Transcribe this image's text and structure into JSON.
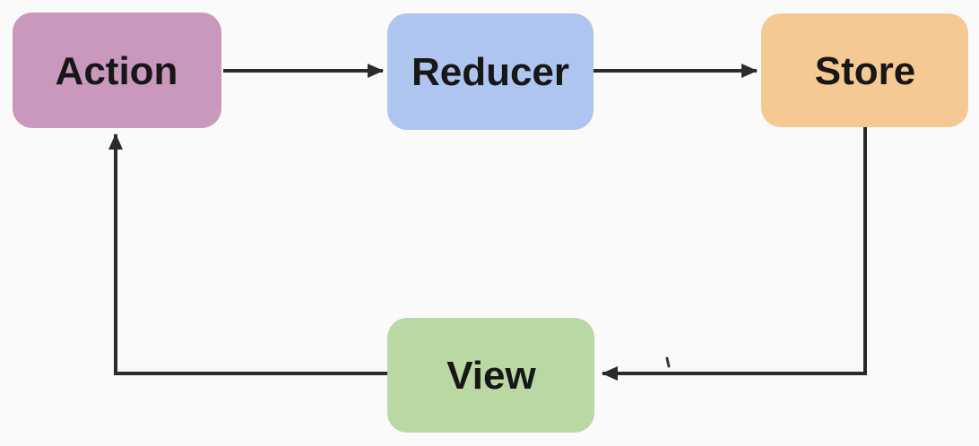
{
  "diagram": {
    "type": "flow-cycle",
    "background_color": "#fbfafb",
    "arrow_color": "#2b2b2b",
    "label_color": "#171717",
    "nodes": [
      {
        "id": "action",
        "label": "Action",
        "fill": "#ca97bd"
      },
      {
        "id": "reducer",
        "label": "Reducer",
        "fill": "#aec5f0"
      },
      {
        "id": "store",
        "label": "Store",
        "fill": "#f5c994"
      },
      {
        "id": "view",
        "label": "View",
        "fill": "#b9d8a3"
      }
    ],
    "edges": [
      {
        "from": "Action",
        "to": "Reducer"
      },
      {
        "from": "Reducer",
        "to": "Store"
      },
      {
        "from": "Store",
        "to": "View"
      },
      {
        "from": "View",
        "to": "Action"
      }
    ]
  }
}
